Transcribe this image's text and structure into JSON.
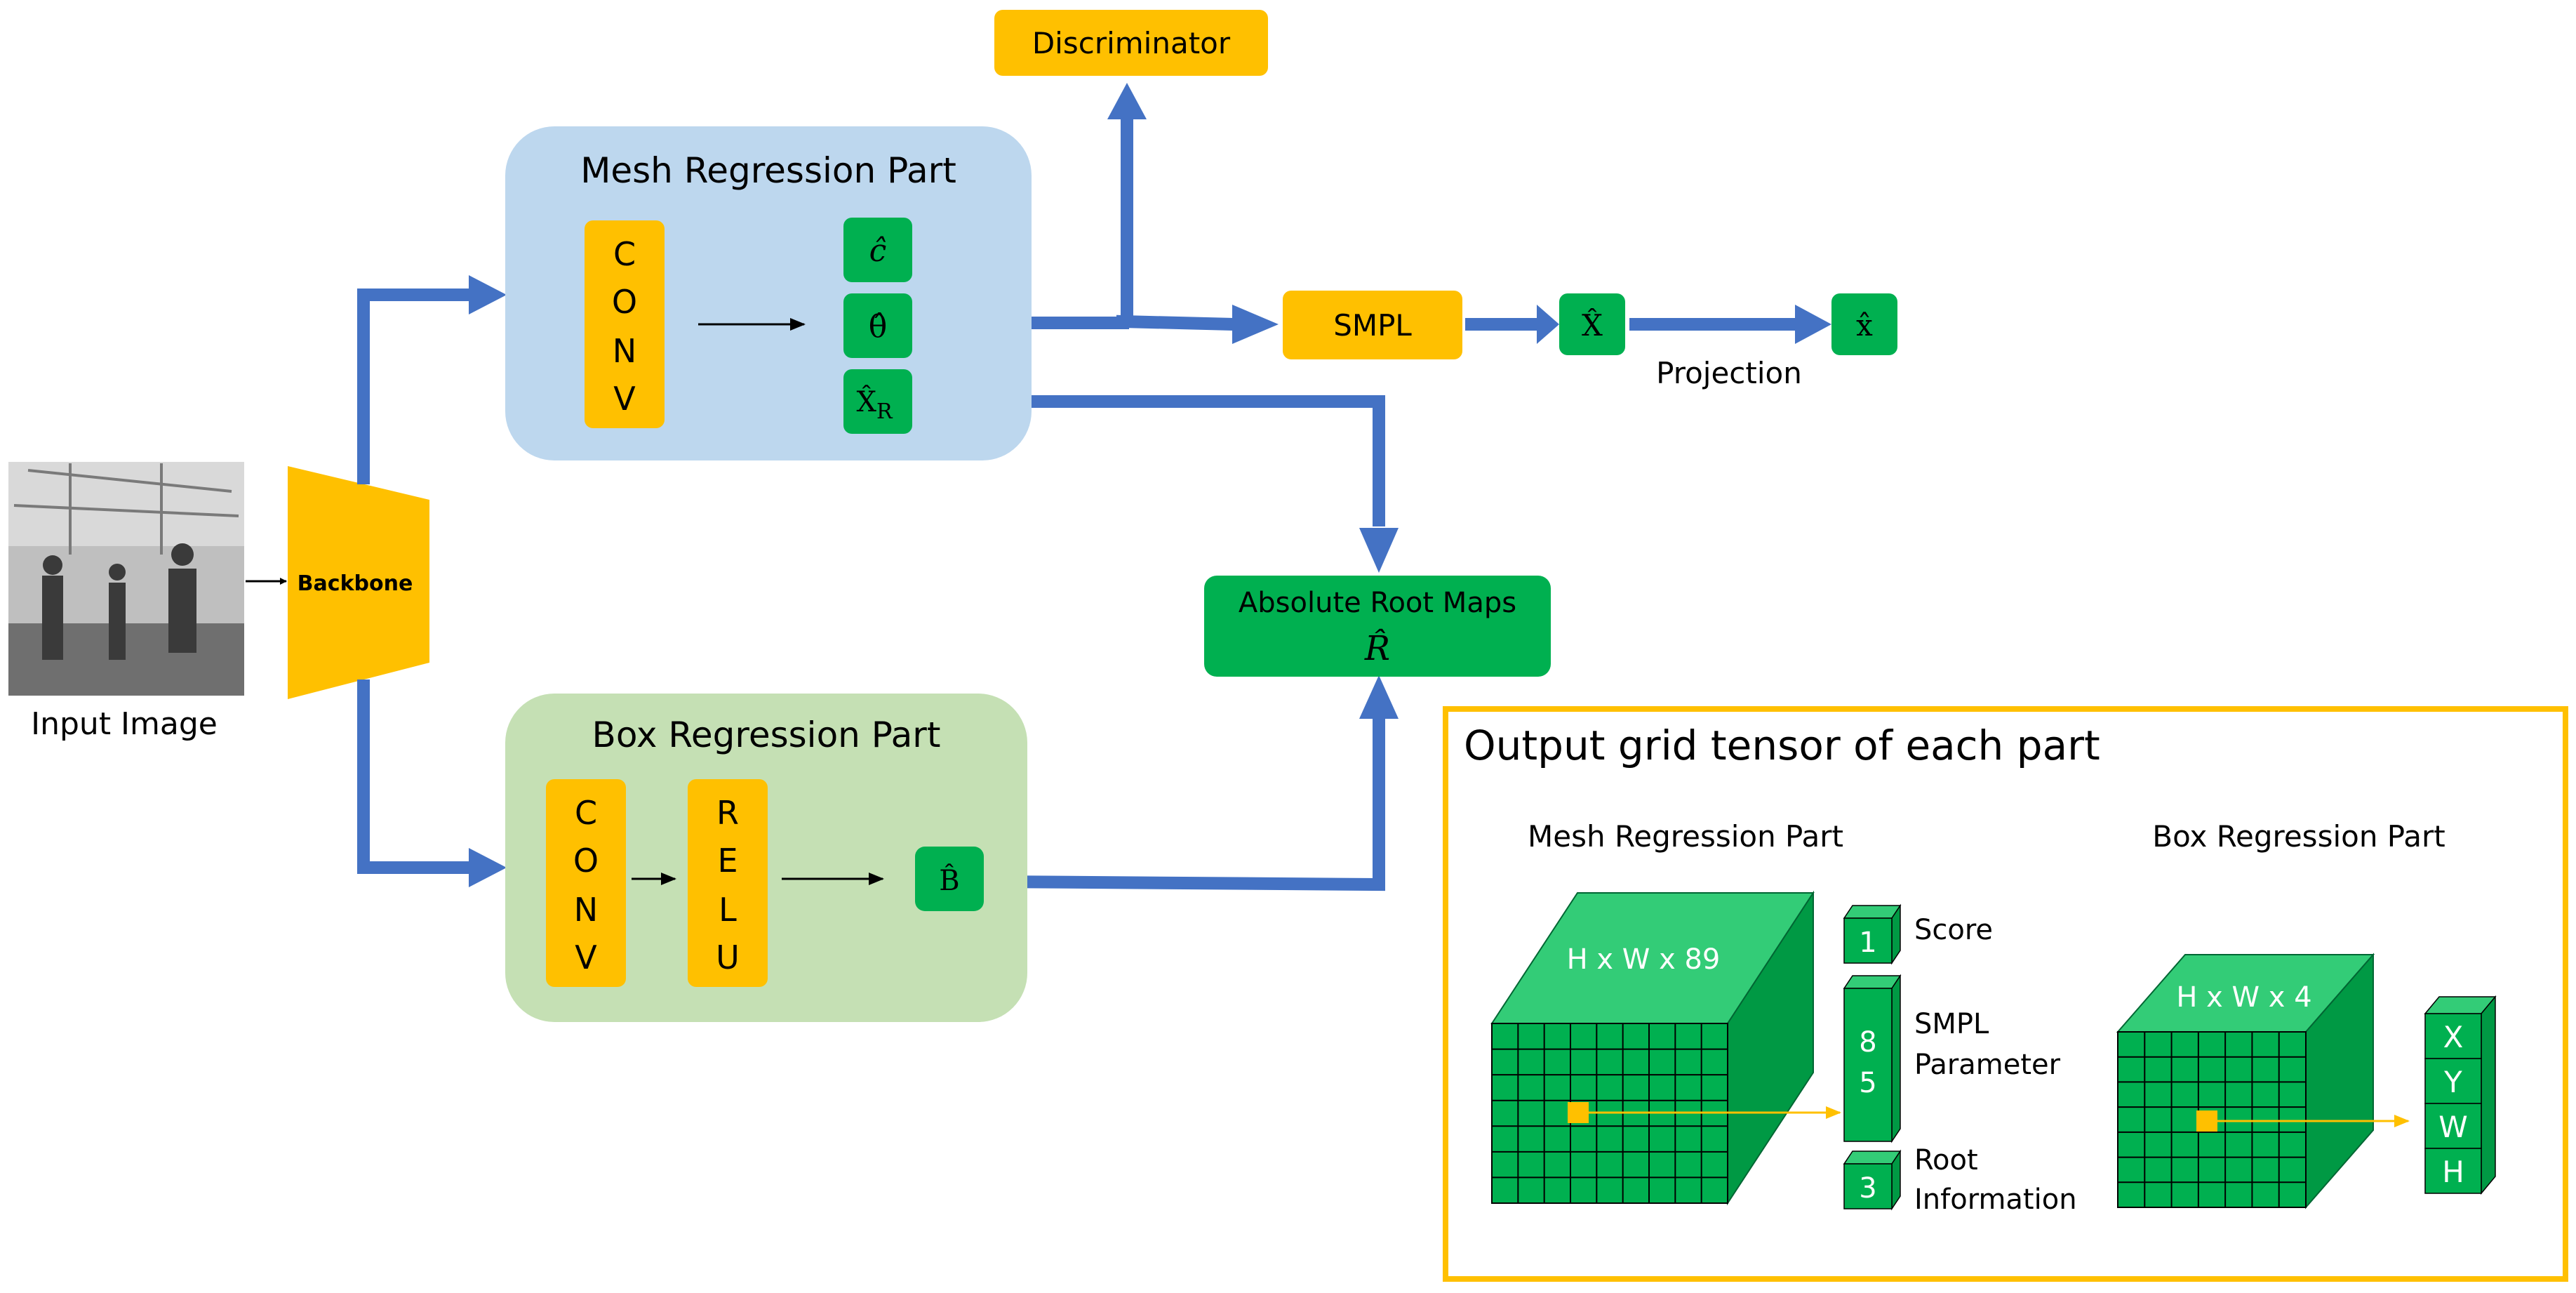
{
  "input": {
    "caption": "Input Image"
  },
  "backbone": {
    "label": "Backbone"
  },
  "mesh_part": {
    "title": "Mesh Regression Part",
    "conv_letters": [
      "C",
      "O",
      "N",
      "V"
    ],
    "out_c": "ĉ",
    "out_theta": "θ̂",
    "out_xr_main": "X̂",
    "out_xr_sub": "R"
  },
  "box_part": {
    "title": "Box Regression Part",
    "conv_letters": [
      "C",
      "O",
      "N",
      "V"
    ],
    "relu_letters": [
      "R",
      "E",
      "L",
      "U"
    ],
    "out_b": "B̂"
  },
  "discriminator": {
    "label": "Discriminator"
  },
  "smpl": {
    "label": "SMPL"
  },
  "x3d": {
    "label": "X̂"
  },
  "x2d": {
    "label": "x̂"
  },
  "projection": {
    "label": "Projection"
  },
  "root_maps": {
    "label": "Absolute Root Maps",
    "symbol": "R̂"
  },
  "legend": {
    "title": "Output grid tensor of each part",
    "mesh_title": "Mesh Regression Part",
    "box_title": "Box Regression Part",
    "mesh_cube_label": "H x W x 89",
    "box_cube_label": "H x W x 4",
    "mesh_channels": [
      {
        "num": "1",
        "label": "Score"
      },
      {
        "num_top": "8",
        "num_bottom": "5",
        "label_line1": "SMPL",
        "label_line2": "Parameter"
      },
      {
        "num": "3",
        "label_line1": "Root",
        "label_line2": "Information"
      }
    ],
    "box_channels": [
      "X",
      "Y",
      "W",
      "H"
    ]
  },
  "colors": {
    "orange": "#FFC000",
    "green": "#00B050",
    "blue_arrow": "#4472C4",
    "mesh_bg": "#BDD7EE",
    "box_bg": "#C5E0B4",
    "legend_border": "#FFC000"
  }
}
